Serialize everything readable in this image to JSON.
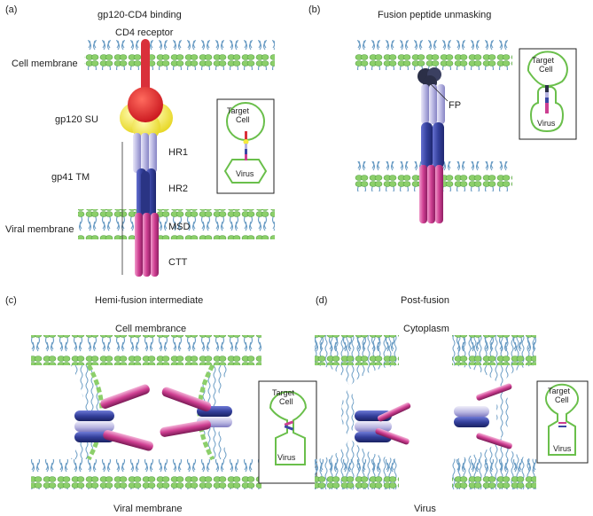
{
  "panels": {
    "a": {
      "letter": "(a)",
      "title": "gp120-CD4 binding",
      "labels": {
        "cd4": "CD4 receptor",
        "cell_membrane": "Cell membrane",
        "gp120": "gp120 SU",
        "gp41": "gp41 TM",
        "viral_membrane": "Viral membrane",
        "hr1": "HR1",
        "hr2": "HR2",
        "msd": "MSD",
        "ctt": "CTT"
      },
      "inset": {
        "target": [
          "Target",
          "Cell"
        ],
        "virus": "Virus"
      }
    },
    "b": {
      "letter": "(b)",
      "title": "Fusion peptide unmasking",
      "labels": {
        "fp": "FP"
      },
      "inset": {
        "target": [
          "Target",
          "Cell"
        ],
        "virus": "Virus"
      }
    },
    "c": {
      "letter": "(c)",
      "title": "Hemi-fusion intermediate",
      "labels": {
        "top": "Cell membrance",
        "bottom": "Viral membrane"
      },
      "inset": {
        "target": [
          "Target",
          "Cell"
        ],
        "virus": "Virus"
      }
    },
    "d": {
      "letter": "(d)",
      "title": "Post-fusion",
      "labels": {
        "top": "Cytoplasm",
        "bottom": "Virus"
      },
      "inset": {
        "target": [
          "Target",
          "Cell"
        ],
        "virus": "Virus"
      }
    }
  },
  "colors": {
    "lipid_head": "#8ccf6a",
    "lipid_tail": "#6a9cc4",
    "gp120_red": "#e0262b",
    "gp120_yellow": "#f5ea3c",
    "hr1": "#c9c7ea",
    "hr2": "#3a46a4",
    "msd_ctt": "#cc3f91",
    "inset_outline": "#6abf4b"
  }
}
